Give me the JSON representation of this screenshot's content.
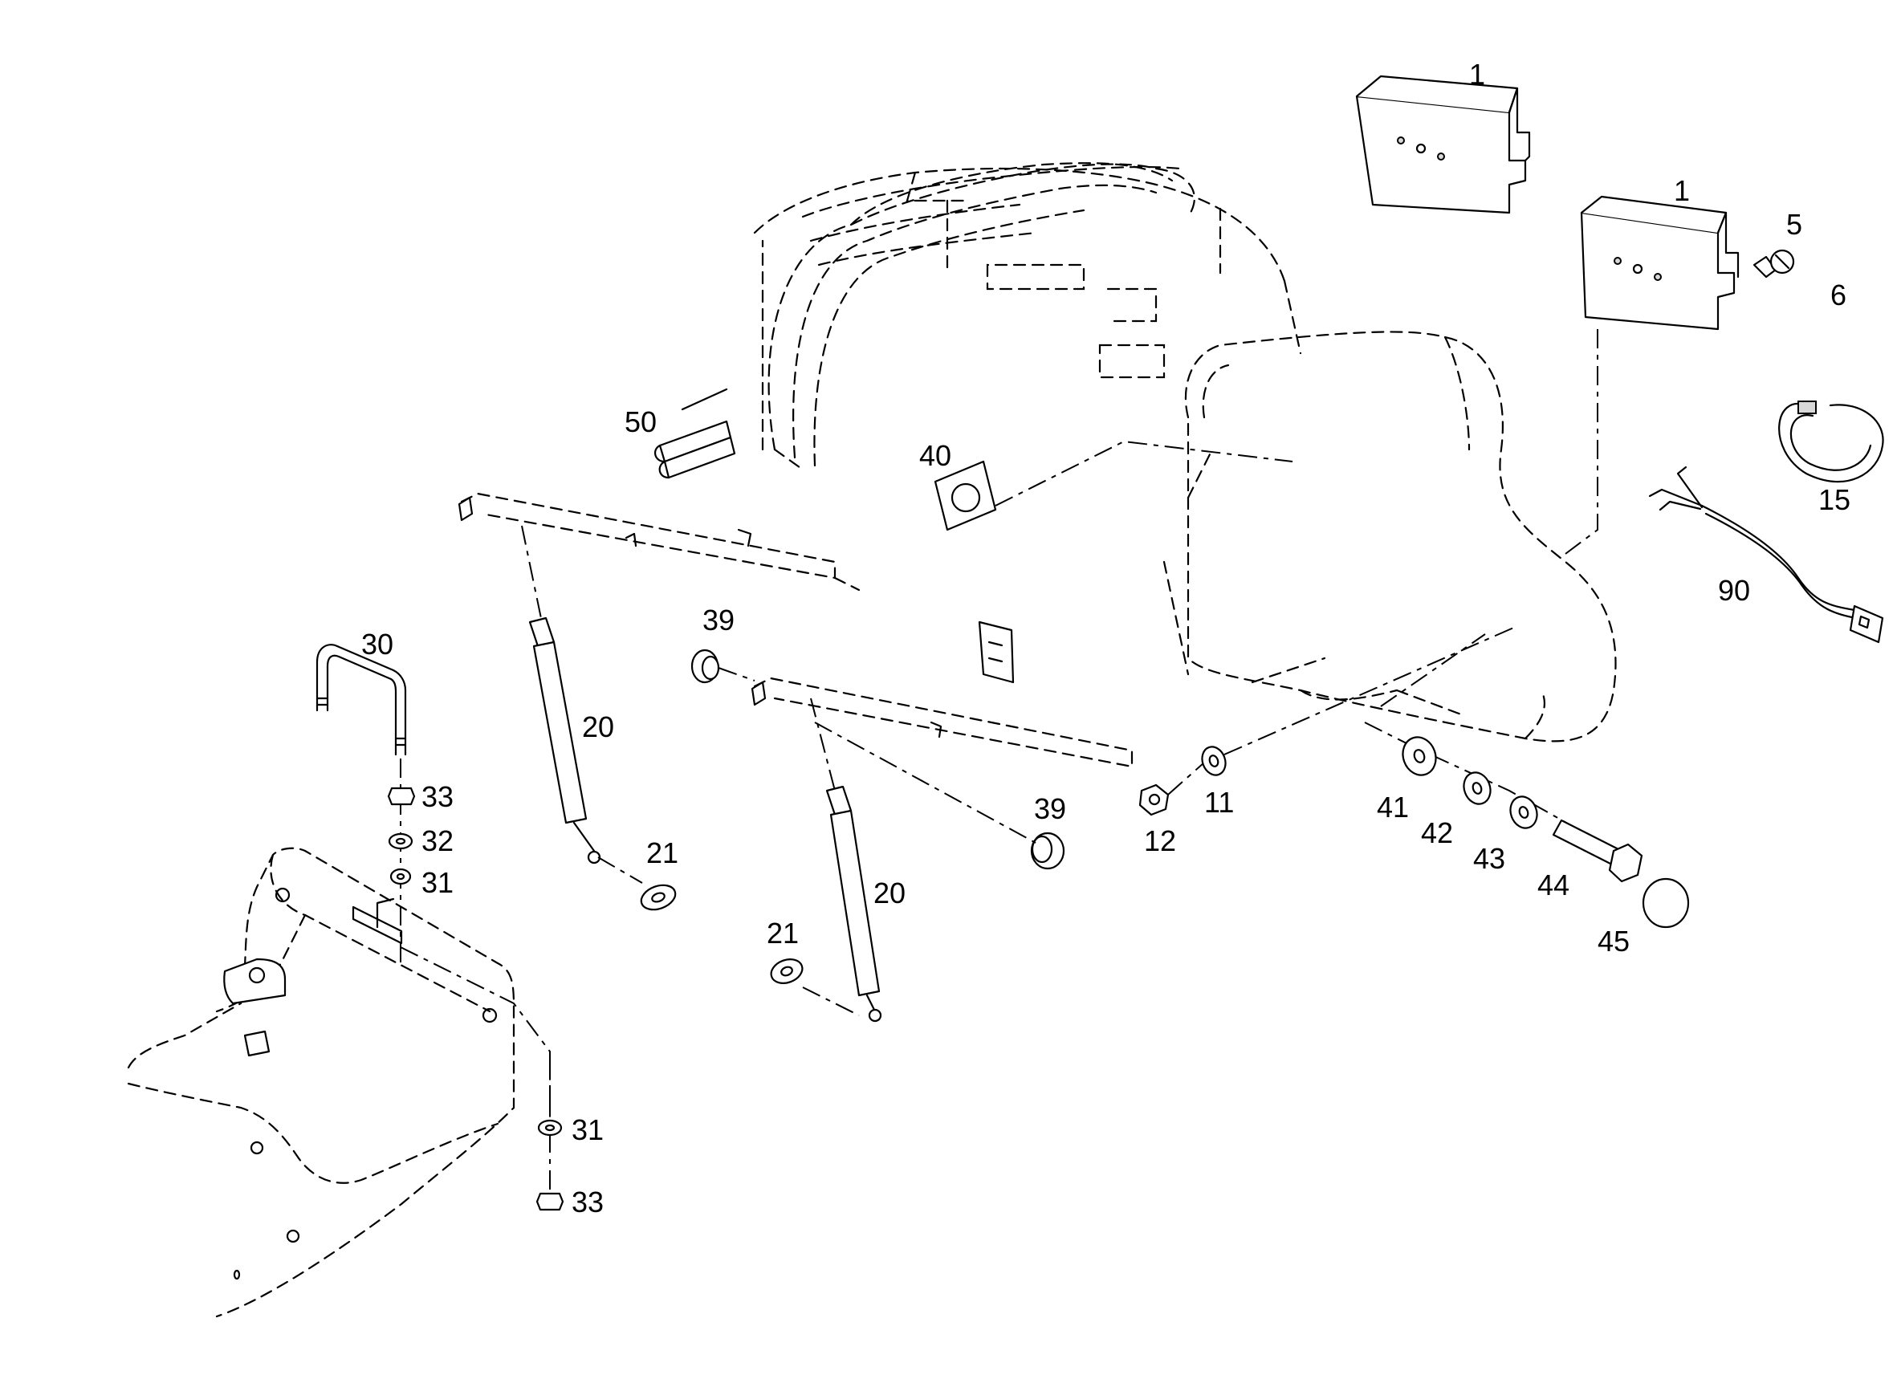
{
  "labels": {
    "p1a": "1",
    "p1b": "1",
    "p5": "5",
    "p6": "6",
    "p15": "15",
    "p90": "90",
    "p50": "50",
    "p40": "40",
    "p30": "30",
    "p33a": "33",
    "p32": "32",
    "p31a": "31",
    "p20a": "20",
    "p21a": "21",
    "p39a": "39",
    "p39b": "39",
    "p20b": "20",
    "p21b": "21",
    "p12": "12",
    "p11": "11",
    "p41": "41",
    "p42": "42",
    "p43": "43",
    "p44": "44",
    "p45": "45",
    "p31b": "31",
    "p33b": "33"
  }
}
